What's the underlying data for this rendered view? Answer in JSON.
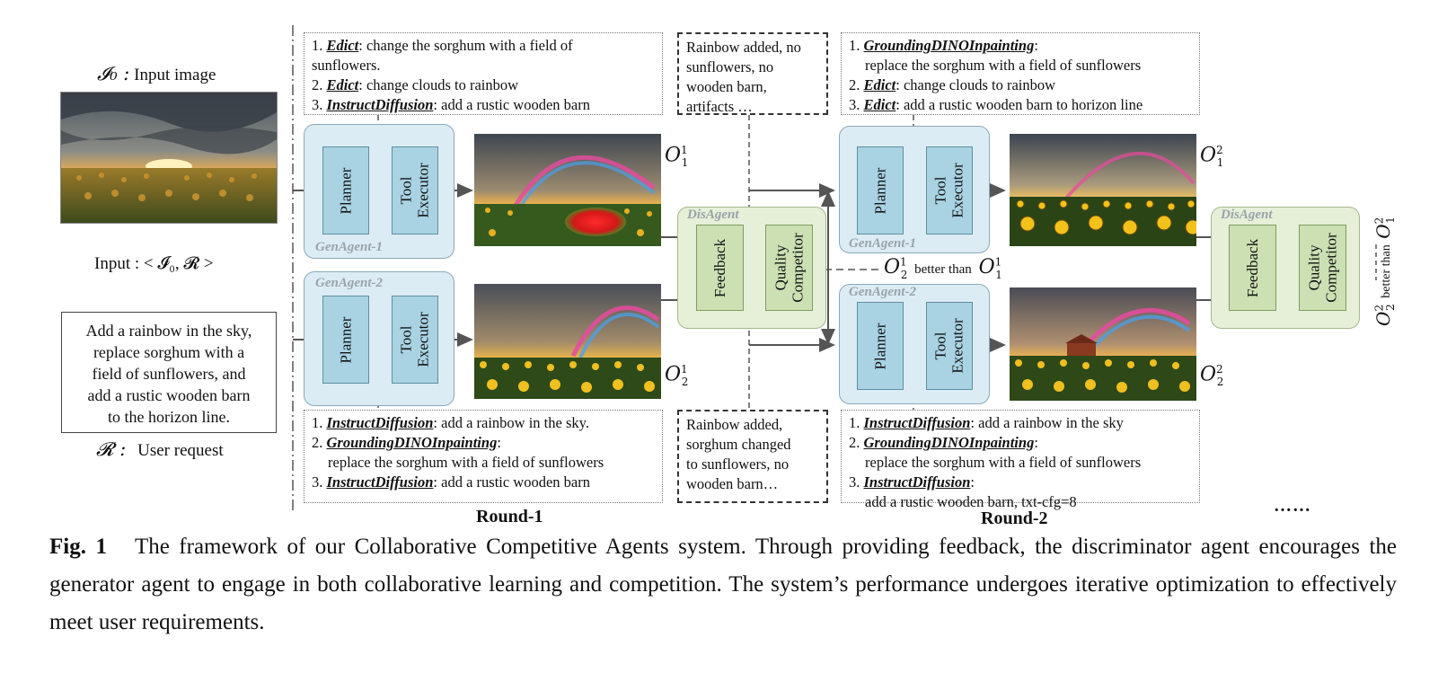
{
  "input": {
    "image_label_sym": "𝓘₀ :",
    "image_label_text": "Input image",
    "tuple_label": "Input : < 𝓘₀, 𝓡 >",
    "request_text_lines": [
      "Add a rainbow in the sky,",
      "replace sorghum with a",
      "field of sunflowers, and",
      "add a rustic wooden barn",
      "to the horizon line."
    ],
    "request_label_sym": "𝓡 :",
    "request_label_text": "User request"
  },
  "round1": {
    "label": "Round-1",
    "top_plan": [
      {
        "n": "1.",
        "tool": "Edict",
        "text": ": change the sorghum with a field of",
        "cont": "sunflowers."
      },
      {
        "n": "2.",
        "tool": "Edict",
        "text": ": change clouds to rainbow"
      },
      {
        "n": "3.",
        "tool": "InstructDiffusion",
        "text": ": add a rustic wooden barn"
      }
    ],
    "bottom_plan": [
      {
        "n": "1.",
        "tool": "InstructDiffusion",
        "text": ": add a rainbow in the sky."
      },
      {
        "n": "2.",
        "tool": "GroundingDINOInpainting",
        "text": ":",
        "cont": "replace the sorghum with a field of sunflowers"
      },
      {
        "n": "3.",
        "tool": "InstructDiffusion",
        "text": ": add a rustic wooden barn"
      }
    ],
    "gen1_name": "GenAgent-1",
    "gen2_name": "GenAgent-2",
    "planner": "Planner",
    "tool_executor_1": "Tool",
    "tool_executor_2": "Executor",
    "out1": {
      "base": "O",
      "sup": "1",
      "sub": "1"
    },
    "out2": {
      "base": "O",
      "sup": "1",
      "sub": "2"
    }
  },
  "disagent1": {
    "name": "DisAgent",
    "feedback": "Feedback",
    "quality_1": "Quality",
    "quality_2": "Competitor",
    "feedback_top": [
      "Rainbow added, no",
      "sunflowers, no",
      "wooden barn,",
      "artifacts …"
    ],
    "feedback_bottom": [
      "Rainbow added,",
      "sorghum changed",
      "to sunflowers, no",
      "wooden barn…"
    ],
    "verdict_a": {
      "base": "O",
      "sup": "1",
      "sub": "2"
    },
    "verdict_text": "better than",
    "verdict_b": {
      "base": "O",
      "sup": "1",
      "sub": "1"
    }
  },
  "round2": {
    "label": "Round-2",
    "top_plan": [
      {
        "n": "1.",
        "tool": "GroundingDINOInpainting",
        "text": ":",
        "cont": "replace the sorghum with a field of sunflowers"
      },
      {
        "n": "2.",
        "tool": "Edict",
        "text": ": change clouds to rainbow"
      },
      {
        "n": "3.",
        "tool": "Edict",
        "text": ": add a rustic wooden barn to horizon line"
      }
    ],
    "bottom_plan": [
      {
        "n": "1.",
        "tool": "InstructDiffusion",
        "text": ": add a rainbow in the sky"
      },
      {
        "n": "2.",
        "tool": "GroundingDINOInpainting",
        "text": ":",
        "cont": "replace the sorghum with a field of sunflowers"
      },
      {
        "n": "3.",
        "tool": "InstructDiffusion",
        "text": ":",
        "cont": "add a rustic wooden barn, txt-cfg=8"
      }
    ],
    "gen1_name": "GenAgent-1",
    "gen2_name": "GenAgent-2",
    "out1": {
      "base": "O",
      "sup": "2",
      "sub": "1"
    },
    "out2": {
      "base": "O",
      "sup": "2",
      "sub": "2"
    }
  },
  "disagent2": {
    "name": "DisAgent",
    "feedback": "Feedback",
    "quality_1": "Quality",
    "quality_2": "Competitor",
    "verdict_a": {
      "base": "O",
      "sup": "2",
      "sub": "1"
    },
    "verdict_text": "better than",
    "verdict_b": {
      "base": "O",
      "sup": "2",
      "sub": "2"
    }
  },
  "ellipsis": "……",
  "caption": {
    "fig": "Fig. 1",
    "text": "The framework of our Collaborative Competitive Agents system. Through providing feedback, the discriminator agent encourages the generator agent to engage in both collaborative learning and competition. The system’s performance undergoes iterative optimization to effectively meet user requirements."
  }
}
